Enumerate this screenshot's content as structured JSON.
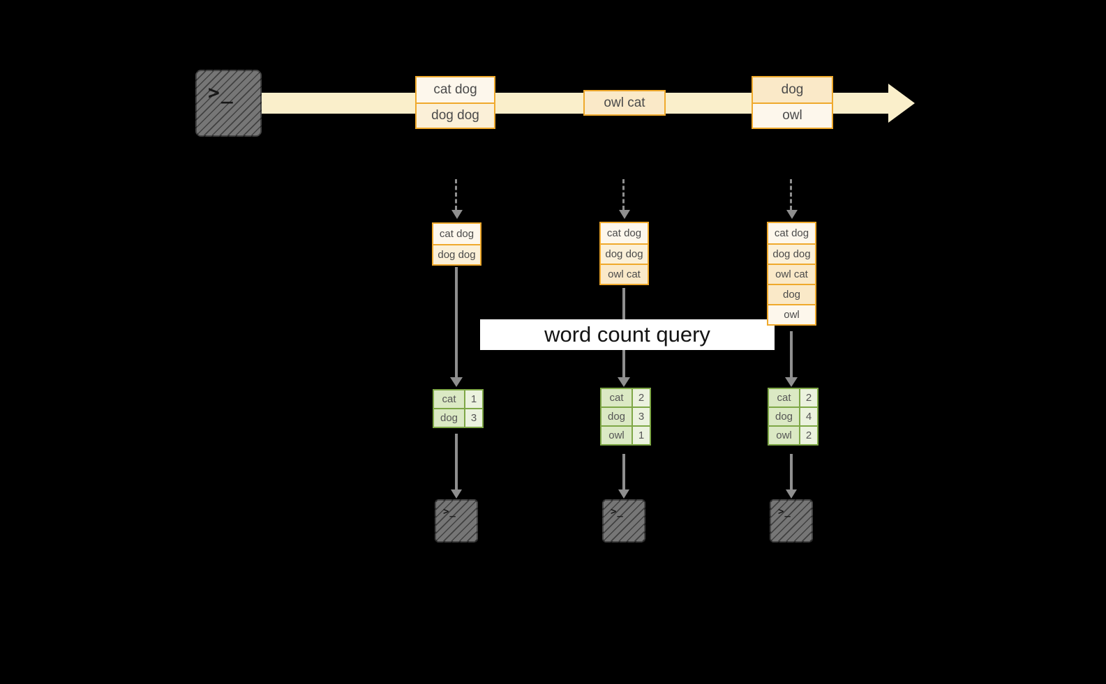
{
  "colors": {
    "background": "#000000",
    "stream_ribbon": "#faefcb",
    "record_border_orange": "#efa92c",
    "record_fill_light": "#fdf7ec",
    "record_fill_cream": "#fbf0d8",
    "record_fill_dark_cream": "#fae9c8",
    "table_border_green": "#7ea746",
    "table_fill_green": "#dbe9c4",
    "table_fill_count": "#ebf2de",
    "arrow_gray": "#8f8f8f",
    "terminal_gray": "#767676",
    "banner_background": "#ffffff",
    "banner_text": "#141414"
  },
  "icons": {
    "terminal_prompt": ">_",
    "terminal_prompt_small": ">_"
  },
  "stream": {
    "items": [
      {
        "lines": [
          "cat dog",
          "dog dog"
        ]
      },
      {
        "lines": [
          "owl cat"
        ]
      },
      {
        "lines": [
          "dog",
          "owl"
        ]
      }
    ]
  },
  "windows": [
    {
      "items": [
        "cat dog",
        "dog dog"
      ]
    },
    {
      "items": [
        "cat dog",
        "dog dog",
        "owl cat"
      ]
    },
    {
      "items": [
        "cat dog",
        "dog dog",
        "owl cat",
        "dog",
        "owl"
      ]
    }
  ],
  "query": {
    "label": "word count query"
  },
  "results": [
    {
      "rows": [
        {
          "word": "cat",
          "count": "1"
        },
        {
          "word": "dog",
          "count": "3"
        }
      ]
    },
    {
      "rows": [
        {
          "word": "cat",
          "count": "2"
        },
        {
          "word": "dog",
          "count": "3"
        },
        {
          "word": "owl",
          "count": "1"
        }
      ]
    },
    {
      "rows": [
        {
          "word": "cat",
          "count": "2"
        },
        {
          "word": "dog",
          "count": "4"
        },
        {
          "word": "owl",
          "count": "2"
        }
      ]
    }
  ]
}
